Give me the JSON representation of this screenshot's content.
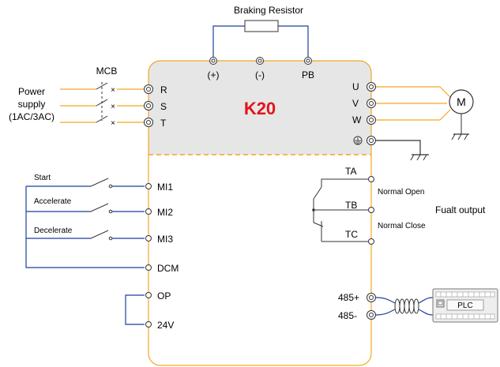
{
  "braking_resistor_label": "Braking Resistor",
  "dc_terminals": {
    "plus": "(+)",
    "minus": "(-)",
    "pb": "PB"
  },
  "mcb_label": "MCB",
  "power_supply": {
    "line1": "Power",
    "line2": "supply",
    "line3": "(1AC/3AC)"
  },
  "input_terminals": {
    "r": "R",
    "s": "S",
    "t": "T"
  },
  "output_terminals": {
    "u": "U",
    "v": "V",
    "w": "W"
  },
  "motor_label": "M",
  "model_name": "K20",
  "brand_color": "#e0141c",
  "body_border_color": "#f5a623",
  "body_fill_color": "#e6e6e6",
  "switch_labels": {
    "start": "Start",
    "accelerate": "Accelerate",
    "decelerate": "Decelerate"
  },
  "digital_inputs": {
    "mi1": "MI1",
    "mi2": "MI2",
    "mi3": "MI3",
    "dcm": "DCM",
    "op": "OP",
    "v24": "24V"
  },
  "relay": {
    "ta": "TA",
    "tb": "TB",
    "tc": "TC",
    "normal_open": "Normal Open",
    "normal_close": "Normal Close",
    "fault_output": "Fualt output"
  },
  "rs485": {
    "plus": "485+",
    "minus": "485-"
  },
  "plc_label": "PLC"
}
